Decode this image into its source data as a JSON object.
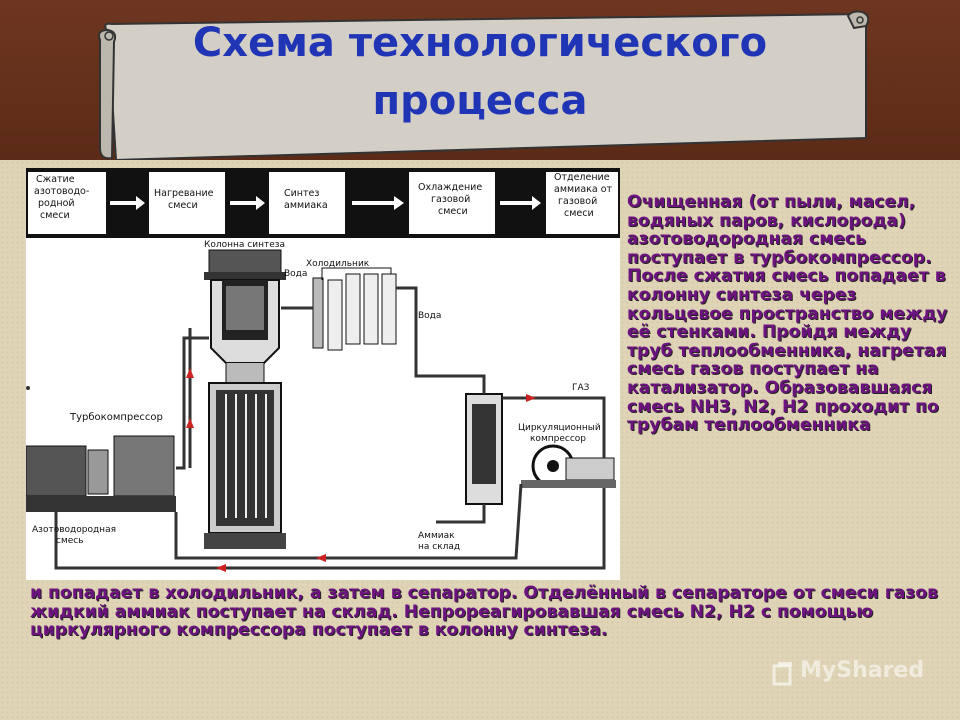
{
  "title": "Схема технологического процесса",
  "flow_steps": [
    "Сжатие азотоводо- родной смеси",
    "Нагревание смеси",
    "Синтез аммиака",
    "Охлаждение газовой смеси",
    "Отделение аммиака от газовой смеси"
  ],
  "diagram_labels": {
    "column": "Колонна синтеза",
    "cooler": "Холодильник",
    "water_top": "Вода",
    "water_right": "Вода",
    "gas": "ГАЗ",
    "turbo": "Турбокомпрессор",
    "circ": "Циркуляционный компрессор",
    "ammonia": "Аммиак на склад",
    "mixture": "Азотоводородная смесь"
  },
  "right_text": "Очищенная (от пыли, масел, водяных паров, кислорода) азотоводородная смесь поступает в турбокомпрессор. После сжатия смесь попадает в колонну синтеза через кольцевое пространство между её стенками. Пройдя между труб теплообменника, нагретая смесь газов поступает на катализатор. Образовавшаяся смесь NH3, N2, H2 проходит по трубам теплообменника",
  "bottom_text": "и попадает в холодильник, а затем в сепаратор. Отделённый в сепараторе от смеси газов жидкий аммиак поступает на склад. Непрореагировавшая смесь N2, H2 с помощью циркулярного компрессора поступает в колонну синтеза.",
  "watermark": "MyShared",
  "colors": {
    "title": "#1f35b5",
    "body_text": "#6d1380",
    "band": "#5e2c17",
    "paper": "#dfd5b6"
  }
}
